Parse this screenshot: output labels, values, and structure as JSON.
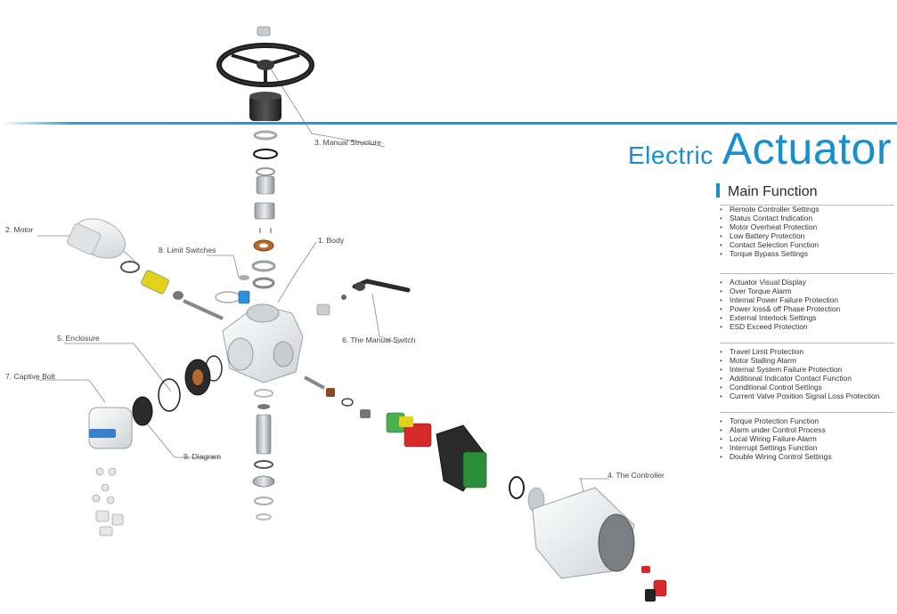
{
  "title": {
    "prefix": "Electric",
    "main": "Actuator"
  },
  "main_function": {
    "heading": "Main Function",
    "groups": [
      [
        "Remote Controller Settings",
        "Status Contact Indication",
        "Motor Overheat Protection",
        "Low Battery Protection",
        "Contact Selection Function",
        "Torque Bypass Settings"
      ],
      [
        "Actuator Visual Display",
        "Over Torque Alarm",
        "Internal Power Failure Protection",
        "Power loss& off Phase Protection",
        "External Interlock Settings",
        "ESD Exceed Protection"
      ],
      [
        "Travel Limit Protection",
        "Motor Stalling Alarm",
        "Internal System Failure Protection",
        "Additional Indicator Contact Function",
        "Conditional Control Settings",
        "Current Valve Position Signal Loss Protection"
      ],
      [
        "Torque Protection Function",
        "Alarm under Control Process",
        "Local Wiring Failure Alarm",
        "Interrupt Settings Function",
        "Double Wiring Control Settings"
      ]
    ]
  },
  "labels": {
    "body": "1. Body",
    "motor": "2. Motor",
    "manual_structure": "3. Manual Structure",
    "controller": "4. The Controller",
    "enclosure": "5. Enclosure",
    "manual_switch": "6. The Manual Switch",
    "captive_bolt": "7. Captive Bolt",
    "limit_switches": "8. Limit Switches",
    "diagram": "9. Diagram"
  },
  "colors": {
    "accent": "#1a8fd0",
    "label_text": "#444444",
    "leader_line": "#8a8a8a"
  }
}
